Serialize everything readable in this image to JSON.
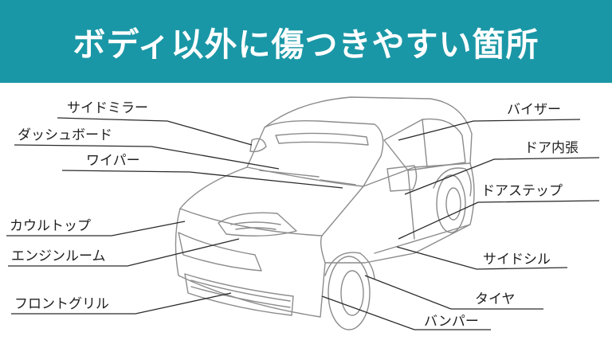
{
  "title": "ボディ以外に傷つきやすい箇所",
  "colors": {
    "banner": "#1a97a6",
    "line": "#2a2a2a",
    "car": "#8c8c8c"
  },
  "labels": {
    "side_mirror": "サイドミラー",
    "dashboard": "ダッシュボード",
    "wiper": "ワイパー",
    "cowl_top": "カウルトップ",
    "engine_room": "エンジンルーム",
    "front_grille": "フロントグリル",
    "visor": "バイザー",
    "door_trim": "ドア内張",
    "door_step": "ドアステップ",
    "side_sill": "サイドシル",
    "tire": "タイヤ",
    "bumper": "バンパー"
  }
}
